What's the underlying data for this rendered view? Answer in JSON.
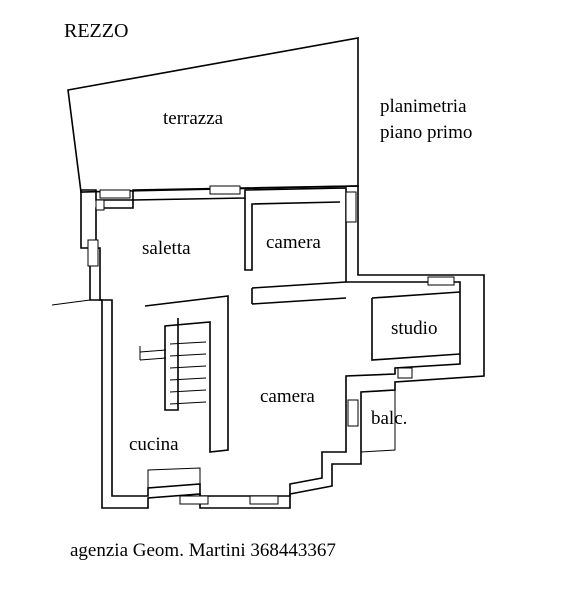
{
  "header": {
    "title": "REZZO"
  },
  "caption": {
    "line1": "planimetria",
    "line2": "piano primo"
  },
  "rooms": {
    "terrazza": "terrazza",
    "saletta": "saletta",
    "camera_top": "camera",
    "studio": "studio",
    "camera_main": "camera",
    "balcone": "balc.",
    "cucina": "cucina"
  },
  "footer": {
    "agency": "agenzia Geom. Martini  368443367"
  }
}
